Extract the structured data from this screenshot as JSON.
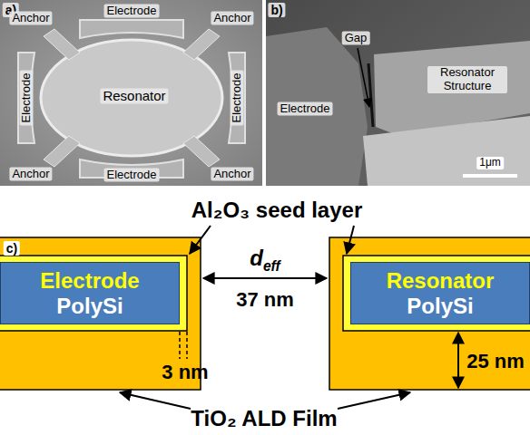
{
  "diagram": {
    "nodes": [
      {
        "text": [
          "Electrode",
          "PolySi"
        ]
      },
      {
        "text": [
          "Resonator",
          "PolySi"
        ]
      }
    ],
    "labels": [
      "a)",
      "Anchor",
      "Electrode",
      "Anchor",
      "Electrode",
      "Resonator",
      "Electrode",
      "Anchor",
      "Electrode",
      "Anchor",
      "b)",
      "Gap",
      "Electrode",
      "Resonator Structure",
      "1μm",
      "Al₂O₃ seed layer",
      "c)",
      "deff",
      "37 nm",
      "3 nm",
      "25 nm",
      "TiO₂ ALD Film"
    ]
  }
}
